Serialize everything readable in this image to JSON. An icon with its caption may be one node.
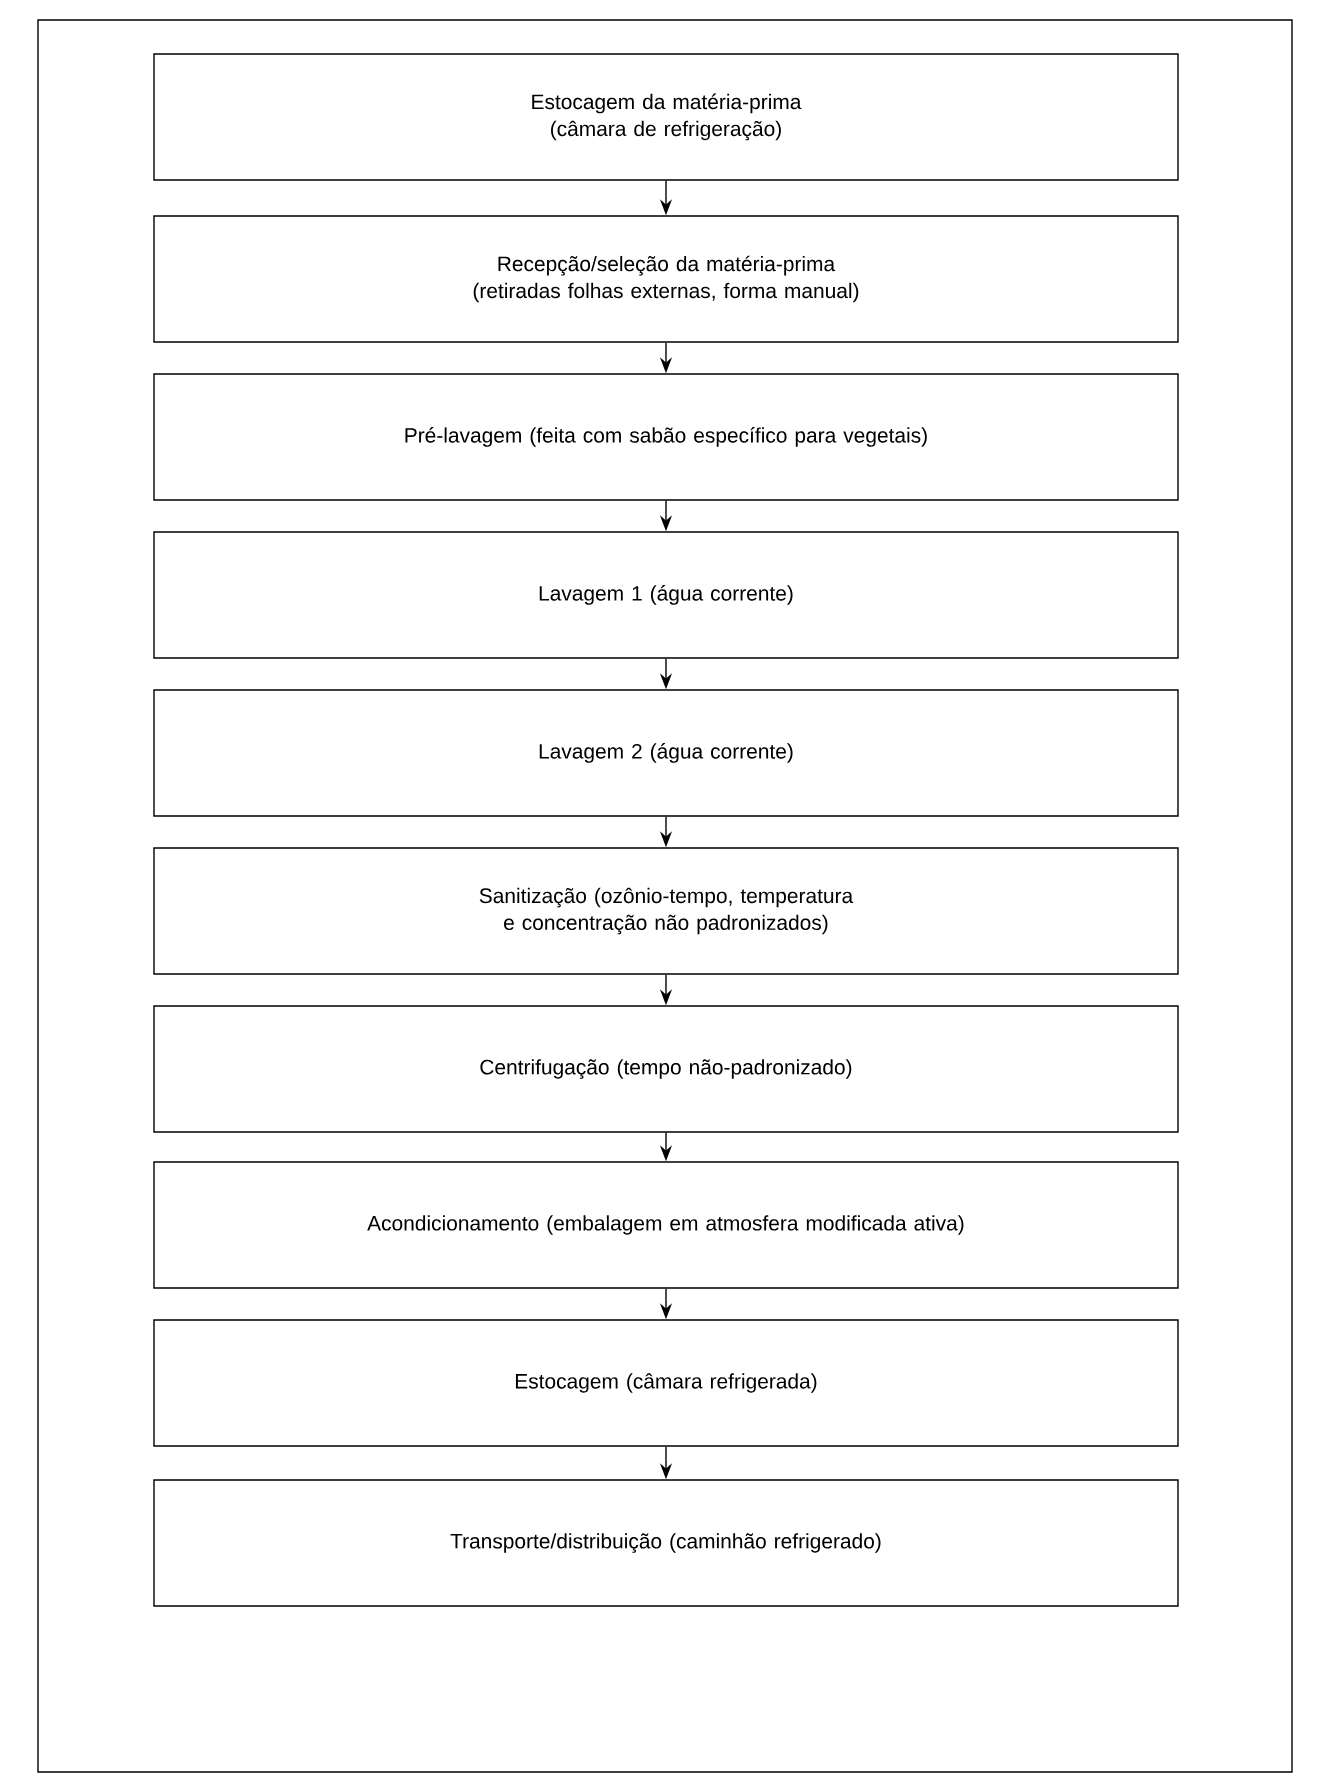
{
  "diagram": {
    "nodes": [
      {
        "text": [
          "Estocagem da matéria-prima (câmara de refrigeração)"
        ]
      },
      {
        "text": [
          "Recepção/seleção da matéria-prima (retiradas folhas externas, forma manual)"
        ]
      },
      {
        "text": [
          "Pré-lavagem (feita com sabão específico para vegetais)"
        ]
      },
      {
        "text": [
          "Lavagem 1 (água corrente)"
        ]
      },
      {
        "text": [
          "Lavagem 2 (água corrente)"
        ]
      },
      {
        "text": [
          "Sanitização (ozônio-tempo, temperatura e concentração não padronizados)"
        ]
      },
      {
        "text": [
          "Centrifugação (tempo não-padronizado)"
        ]
      },
      {
        "text": [
          "Acondicionamento (embalagem em atmosfera modificada ativa)"
        ]
      },
      {
        "text": [
          "Estocagem (câmara refrigerada)"
        ]
      },
      {
        "text": [
          "Transporte/distribuição (caminhão refrigerado)"
        ]
      }
    ],
    "edges": [
      {
        "from": 0,
        "to": 1,
        "arrow": "to"
      },
      {
        "from": 1,
        "to": 2,
        "arrow": "to"
      },
      {
        "from": 2,
        "to": 3,
        "arrow": "to"
      },
      {
        "from": 3,
        "to": 4,
        "arrow": "to"
      },
      {
        "from": 4,
        "to": 5,
        "arrow": "to"
      },
      {
        "from": 5,
        "to": 6,
        "arrow": "to"
      },
      {
        "from": 6,
        "to": 7,
        "arrow": "to"
      },
      {
        "from": 7,
        "to": 8,
        "arrow": "to"
      },
      {
        "from": 8,
        "to": 9,
        "arrow": "to"
      }
    ]
  }
}
